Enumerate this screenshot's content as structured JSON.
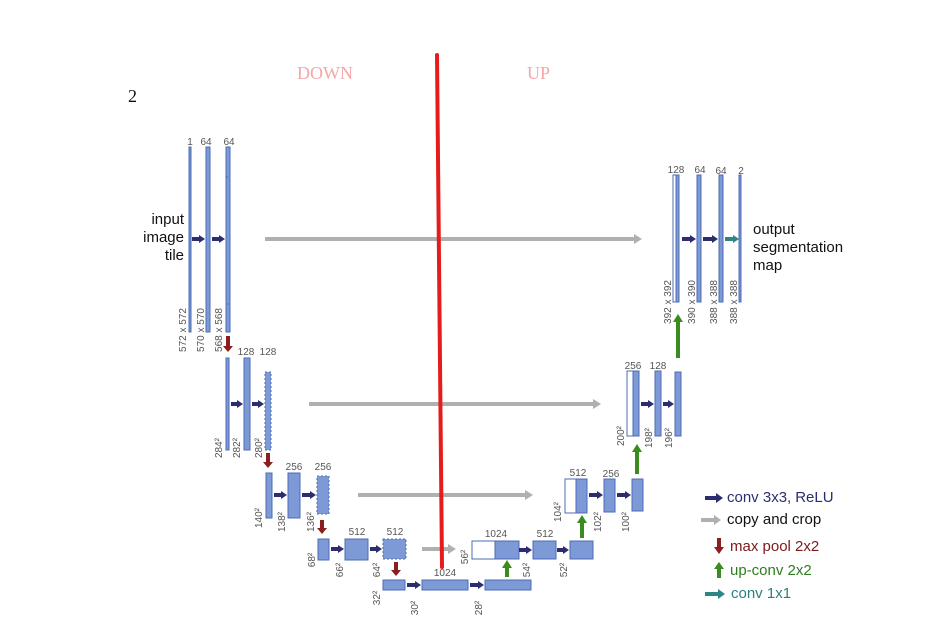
{
  "page_number": "2",
  "section_labels": {
    "down": "DOWN",
    "up": "UP"
  },
  "input_label": [
    "input",
    "image",
    "tile"
  ],
  "output_label": [
    "output",
    "segmentation",
    "map"
  ],
  "channels": {
    "enc1": [
      "1",
      "64",
      "64"
    ],
    "enc2": [
      "128",
      "128"
    ],
    "enc3": [
      "256",
      "256"
    ],
    "enc4": [
      "512",
      "512"
    ],
    "bottom": "1024",
    "dec4": [
      "1024",
      "512"
    ],
    "dec3": [
      "512",
      "256"
    ],
    "dec2": [
      "256",
      "128"
    ],
    "dec1": [
      "128",
      "64",
      "64",
      "2"
    ]
  },
  "sizes": {
    "enc1": [
      "572 x 572",
      "570 x 570",
      "568 x 568"
    ],
    "enc2": [
      "284²",
      "282²",
      "280²"
    ],
    "enc3": [
      "140²",
      "138²",
      "136²"
    ],
    "enc4": [
      "68²",
      "66²",
      "64²"
    ],
    "bottom": [
      "32²",
      "30²",
      "28²"
    ],
    "dec4": [
      "56²",
      "54²",
      "52²"
    ],
    "dec3": [
      "104²",
      "102²",
      "100²"
    ],
    "dec2": [
      "200²",
      "198²",
      "196²"
    ],
    "dec1": [
      "392 x 392",
      "390 x 390",
      "388 x 388",
      "388 x 388"
    ]
  },
  "legend": [
    {
      "text": "conv 3x3, ",
      "text2": "ReLU",
      "color": "#2b2d6e",
      "color2": "#2b2d6e",
      "icon": "right-arrow-icon"
    },
    {
      "text": "copy and crop",
      "color": "#111111",
      "icon": "gray-right-arrow-icon"
    },
    {
      "text": "max pool 2x2",
      "color": "#7b1a1a",
      "icon": "down-arrow-icon"
    },
    {
      "text": "up-conv 2x2",
      "color": "#2f7d1f",
      "icon": "up-arrow-icon"
    },
    {
      "text": "conv 1x1",
      "color": "#2d7f7f",
      "icon": "teal-right-arrow-icon"
    }
  ],
  "colors": {
    "block": "#7d9ad6",
    "block_border": "#4c6bb4",
    "conv_arrow": "#2b2d6e",
    "copy_arrow": "#b0b0b0",
    "pool_arrow": "#8b1e1e",
    "upconv_arrow": "#3a8c1e",
    "conv1x1_arrow": "#2d8585",
    "section_text": "#f4a7a7",
    "divider": "#e61c1c"
  }
}
